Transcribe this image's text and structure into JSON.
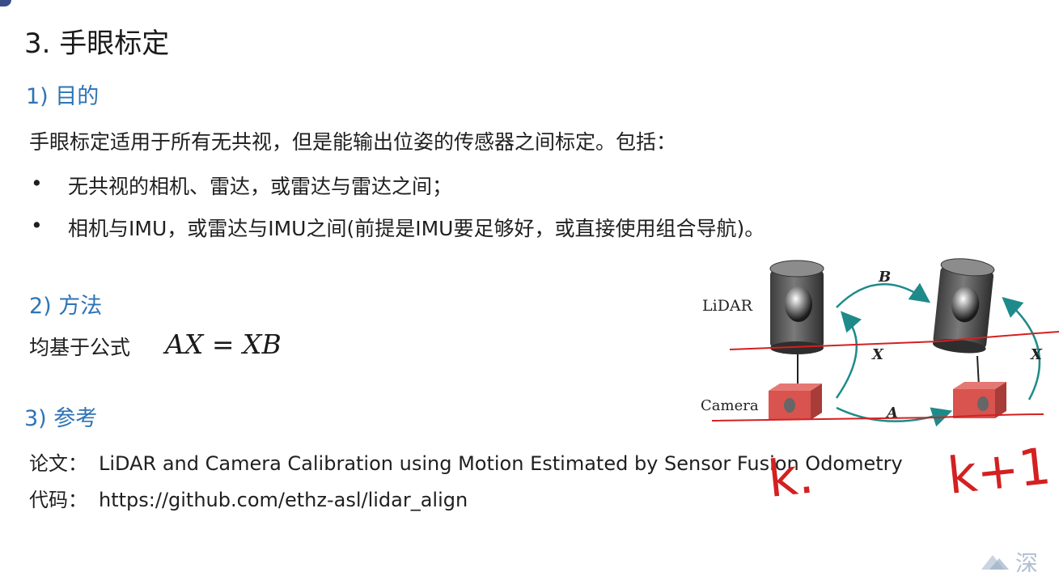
{
  "title": "3. 手眼标定",
  "sections": {
    "purpose": "1) 目的",
    "method": "2) 方法",
    "reference": "3) 参考"
  },
  "purpose": {
    "intro": "手眼标定适用于所有无共视，但是能输出位姿的传感器之间标定。包括：",
    "bullet_symbol": "•",
    "bullets": [
      "无共视的相机、雷达，或雷达与雷达之间；",
      "相机与IMU，或雷达与IMU之间(前提是IMU要足够好，或直接使用组合导航)。"
    ]
  },
  "method": {
    "label": "均基于公式",
    "formula": "AX = XB"
  },
  "reference": {
    "paper_label": "论文：",
    "paper": "LiDAR and Camera Calibration using Motion Estimated by Sensor Fusion Odometry",
    "code_label": "代码：",
    "code": "https://github.com/ethz-asl/lidar_align"
  },
  "figure": {
    "lidar_label": "LiDAR",
    "camera_label": "Camera",
    "arrow_b": "B",
    "arrow_a": "A",
    "arrow_x_left": "X",
    "arrow_x_right": "X",
    "handwriting_k": "k.",
    "handwriting_k1": "k+1",
    "colors": {
      "arrow": "#1f8a8a",
      "ink": "#d42020",
      "camera": "#d9534f",
      "lidar": "#555555"
    }
  },
  "watermark": "深"
}
